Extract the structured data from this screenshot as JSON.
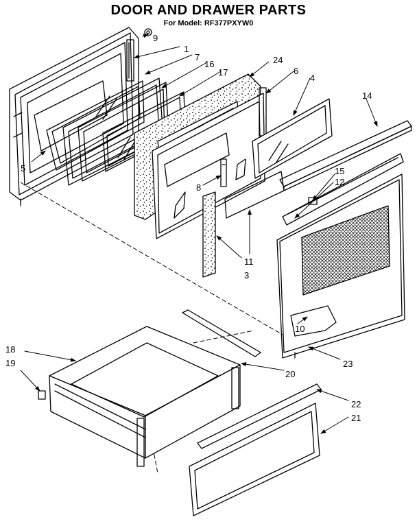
{
  "title": "DOOR AND DRAWER PARTS",
  "subtitle": "For Model: RF377PXYW0",
  "callouts": [
    {
      "id": "p1",
      "text": "1"
    },
    {
      "id": "p3",
      "text": "3"
    },
    {
      "id": "p4",
      "text": "4"
    },
    {
      "id": "p5",
      "text": "5"
    },
    {
      "id": "p6",
      "text": "6"
    },
    {
      "id": "p7",
      "text": "7"
    },
    {
      "id": "p8",
      "text": "8"
    },
    {
      "id": "p9",
      "text": "9"
    },
    {
      "id": "p10",
      "text": "10"
    },
    {
      "id": "p11",
      "text": "11"
    },
    {
      "id": "p12",
      "text": "12"
    },
    {
      "id": "p14",
      "text": "14"
    },
    {
      "id": "p15",
      "text": "15"
    },
    {
      "id": "p16",
      "text": "16"
    },
    {
      "id": "p17",
      "text": "17"
    },
    {
      "id": "p18",
      "text": "18"
    },
    {
      "id": "p19",
      "text": "19"
    },
    {
      "id": "p20",
      "text": "20"
    },
    {
      "id": "p21",
      "text": "21"
    },
    {
      "id": "p22",
      "text": "22"
    },
    {
      "id": "p23",
      "text": "23"
    },
    {
      "id": "p24",
      "text": "24"
    }
  ]
}
